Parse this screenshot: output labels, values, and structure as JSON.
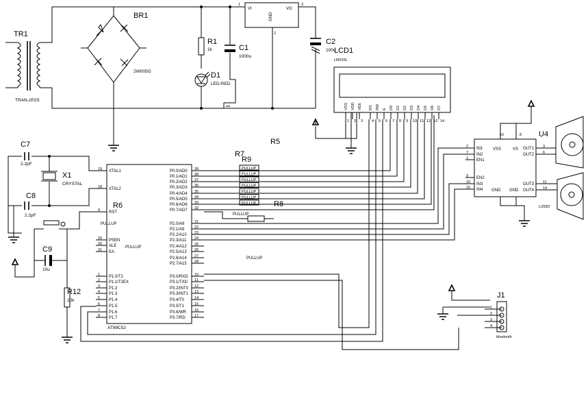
{
  "components": {
    "tr1": {
      "ref": "TR1",
      "value": "TRAN-2P2S"
    },
    "br1": {
      "ref": "BR1",
      "value": "2W005G"
    },
    "r1": {
      "ref": "R1",
      "value": "1k"
    },
    "c1": {
      "ref": "C1",
      "value": "1000u"
    },
    "d1": {
      "ref": "D1",
      "value": "LED-RED"
    },
    "c2": {
      "ref": "C2",
      "value": "100u"
    },
    "lcd1": {
      "ref": "LCD1",
      "value": "LM016L"
    },
    "u4": {
      "ref": "U4",
      "value": "L293D"
    },
    "c7": {
      "ref": "C7",
      "value": "2.2pF"
    },
    "c8": {
      "ref": "C8",
      "value": "2.2pF"
    },
    "x1": {
      "ref": "X1",
      "value": "CRYSTAL"
    },
    "c9": {
      "ref": "C9",
      "value": "10u"
    },
    "r12": {
      "ref": "R12",
      "value": "10k"
    },
    "r5": {
      "ref": "R5"
    },
    "r6": {
      "ref": "R6"
    },
    "r7": {
      "ref": "R7"
    },
    "r8": {
      "ref": "R8"
    },
    "r9": {
      "ref": "R9"
    },
    "j1": {
      "ref": "J1",
      "value": "bluetooth"
    },
    "mcu": {
      "value": "AT89C52"
    }
  },
  "regulator": {
    "vi": "VI",
    "vo": "VO",
    "gnd": "GND",
    "pin_in": "1",
    "pin_gnd": "2",
    "pin_out": "3"
  },
  "pullup": "PULLUP",
  "pullup_pack": [
    "PULLUP",
    "PULLUP",
    "PULLUP",
    "PULLUP",
    "PULLUP",
    "PULLUP",
    "PULLUP"
  ],
  "lcd_pins": [
    {
      "name": "VSS",
      "num": "1"
    },
    {
      "name": "VDD",
      "num": "2"
    },
    {
      "name": "VEE",
      "num": "3"
    },
    {
      "name": "RS",
      "num": "4"
    },
    {
      "name": "RW",
      "num": "5"
    },
    {
      "name": "E",
      "num": "6"
    },
    {
      "name": "D0",
      "num": "7"
    },
    {
      "name": "D1",
      "num": "8"
    },
    {
      "name": "D2",
      "num": "9"
    },
    {
      "name": "D3",
      "num": "10"
    },
    {
      "name": "D4",
      "num": "11"
    },
    {
      "name": "D5",
      "num": "12"
    },
    {
      "name": "D6",
      "num": "13"
    },
    {
      "name": "D7",
      "num": "14"
    }
  ],
  "mcu_left": [
    {
      "name": "XTAL1",
      "num": "19"
    },
    {
      "name": "XTAL2",
      "num": "18"
    },
    {
      "name": "RST",
      "num": "9"
    },
    {
      "name": "PSEN",
      "num": "29"
    },
    {
      "name": "ALE",
      "num": "30"
    },
    {
      "name": "EA",
      "num": "31"
    },
    {
      "name": "P1.0/T2",
      "num": "1"
    },
    {
      "name": "P1.1/T2EX",
      "num": "2"
    },
    {
      "name": "P1.2",
      "num": "3"
    },
    {
      "name": "P1.3",
      "num": "4"
    },
    {
      "name": "P1.4",
      "num": "5"
    },
    {
      "name": "P1.5",
      "num": "6"
    },
    {
      "name": "P1.6",
      "num": "7"
    },
    {
      "name": "P1.7",
      "num": "8"
    }
  ],
  "mcu_p0": [
    {
      "name": "P0.0/AD0",
      "num": "39"
    },
    {
      "name": "P0.1/AD1",
      "num": "38"
    },
    {
      "name": "P0.2/AD2",
      "num": "37"
    },
    {
      "name": "P0.3/AD3",
      "num": "36"
    },
    {
      "name": "P0.4/AD4",
      "num": "35"
    },
    {
      "name": "P0.5/AD5",
      "num": "34"
    },
    {
      "name": "P0.6/AD6",
      "num": "33"
    },
    {
      "name": "P0.7/AD7",
      "num": "32"
    }
  ],
  "mcu_p2": [
    {
      "name": "P2.0/A8",
      "num": "21"
    },
    {
      "name": "P2.1/A9",
      "num": "22"
    },
    {
      "name": "P2.2/A10",
      "num": "23"
    },
    {
      "name": "P2.3/A11",
      "num": "24"
    },
    {
      "name": "P2.4/A12",
      "num": "25"
    },
    {
      "name": "P2.5/A13",
      "num": "26"
    },
    {
      "name": "P2.6/A14",
      "num": "27"
    },
    {
      "name": "P2.7/A15",
      "num": "28"
    }
  ],
  "mcu_p3": [
    {
      "name": "P3.0/RXD",
      "num": "10"
    },
    {
      "name": "P3.1/TXD",
      "num": "11"
    },
    {
      "name": "P3.2/INT0",
      "num": "12"
    },
    {
      "name": "P3.3/INT1",
      "num": "13"
    },
    {
      "name": "P3.4/T0",
      "num": "14"
    },
    {
      "name": "P3.5/T1",
      "num": "15"
    },
    {
      "name": "P3.6/WR",
      "num": "16"
    },
    {
      "name": "P3.7/RD",
      "num": "17"
    }
  ],
  "u4_left": [
    {
      "name": "IN1",
      "num": "2"
    },
    {
      "name": "IN2",
      "num": "7"
    },
    {
      "name": "EN1",
      "num": "1"
    },
    {
      "name": "EN2",
      "num": "9"
    },
    {
      "name": "IN3",
      "num": "10"
    },
    {
      "name": "IN4",
      "num": "15"
    }
  ],
  "u4_right": [
    {
      "name": "OUT1",
      "num": "3"
    },
    {
      "name": "OUT2",
      "num": "6"
    },
    {
      "name": "OUT3",
      "num": "11"
    },
    {
      "name": "OUT4",
      "num": "14"
    }
  ],
  "u4_top": [
    {
      "name": "VSS",
      "num": "16"
    },
    {
      "name": "VS",
      "num": "8"
    }
  ],
  "u4_bottom": [
    "GND",
    "GND"
  ],
  "j1_pins": [
    "1",
    "2",
    "3",
    "4"
  ]
}
